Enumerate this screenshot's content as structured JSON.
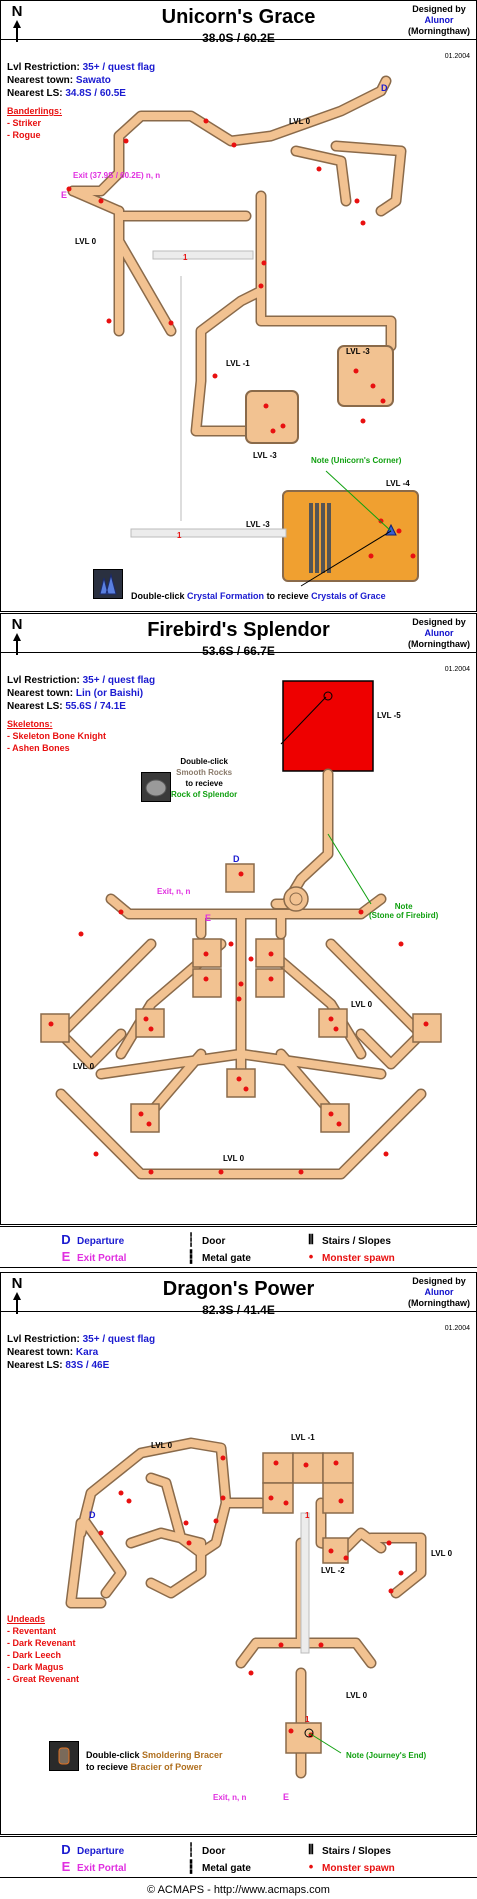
{
  "maps": [
    {
      "title": "Unicorn's Grace",
      "coords": "38.0S / 60.2E",
      "designer_label": "Designed by",
      "designer_name": "Alunor",
      "designer_server": "(Morningthaw)",
      "date": "01.2004",
      "lvl_restriction_label": "Lvl Restriction:",
      "lvl_restriction": "35+ / quest flag",
      "town_label": "Nearest town:",
      "town": "Sawato",
      "ls_label": "Nearest LS:",
      "ls": "34.8S / 60.5E",
      "monster_header": "Banderlings:",
      "monsters": [
        "- Striker",
        "- Rogue"
      ],
      "exit_label": "Exit (37.9S / 60.2E)  n, n",
      "levels": [
        "LVL 0",
        "LVL 0",
        "LVL -1",
        "LVL -3",
        "LVL -3",
        "LVL -3",
        "LVL -4"
      ],
      "note_label": "Note (Unicorn's Corner)",
      "action_prefix": "Double-click",
      "action_object": "Crystal Formation",
      "action_mid": "to recieve",
      "action_reward": "Crystals of Grace"
    },
    {
      "title": "Firebird's Splendor",
      "coords": "53.6S / 66.7E",
      "designer_label": "Designed by",
      "designer_name": "Alunor",
      "designer_server": "(Morningthaw)",
      "date": "01.2004",
      "lvl_restriction_label": "Lvl Restriction:",
      "lvl_restriction": "35+ / quest flag",
      "town_label": "Nearest town:",
      "town": "Lin  (or Baishi)",
      "ls_label": "Nearest LS:",
      "ls": "55.6S / 74.1E",
      "monster_header": "Skeletons:",
      "monsters": [
        "- Skeleton Bone Knight",
        "- Ashen Bones"
      ],
      "exit_label": "Exit, n, n",
      "levels": [
        "LVL -5",
        "LVL 0",
        "LVL 0",
        "LVL 0"
      ],
      "note_label": "Note",
      "note_label2": "(Stone of Firebird)",
      "action_prefix": "Double-click",
      "action_object": "Smooth Rocks",
      "action_mid": "to recieve",
      "action_reward": "Rock of Splendor"
    },
    {
      "title": "Dragon's Power",
      "coords": "82.3S / 41.4E",
      "designer_label": "Designed by",
      "designer_name": "Alunor",
      "designer_server": "(Morningthaw)",
      "date": "01.2004",
      "lvl_restriction_label": "Lvl Restriction:",
      "lvl_restriction": "35+ / quest flag",
      "town_label": "Nearest town:",
      "town": "Kara",
      "ls_label": "Nearest LS:",
      "ls": "83S / 46E",
      "monster_header": "Undeads",
      "monsters": [
        "- Reventant",
        "- Dark Revenant",
        "- Dark Leech",
        "- Dark Magus",
        "- Great Revenant"
      ],
      "exit_label": "Exit, n, n",
      "levels": [
        "LVL 0",
        "LVL -1",
        "LVL 0",
        "LVL -2",
        "LVL 0"
      ],
      "note_label": "Note (Journey's End)",
      "action_prefix": "Double-click",
      "action_object": "Smoldering Bracer",
      "action_mid": "to recieve",
      "action_reward": "Bracier of Power"
    }
  ],
  "legend": {
    "departure_sym": "D",
    "departure": "Departure",
    "exit_sym": "E",
    "exit": "Exit Portal",
    "door": "Door",
    "gate": "Metal gate",
    "stairs": "Stairs / Slopes",
    "spawn": "Monster spawn"
  },
  "north": "N",
  "marker_d": "D",
  "marker_e": "E",
  "marker_1": "1",
  "footer": "© ACMAPS - http://www.acmaps.com",
  "colors": {
    "corridor": "#f2c291",
    "corridor_edge": "#8a6a4a",
    "spawn": "#e81010",
    "lvl4_room": "#f0a030",
    "red_room": "#ee0000"
  }
}
